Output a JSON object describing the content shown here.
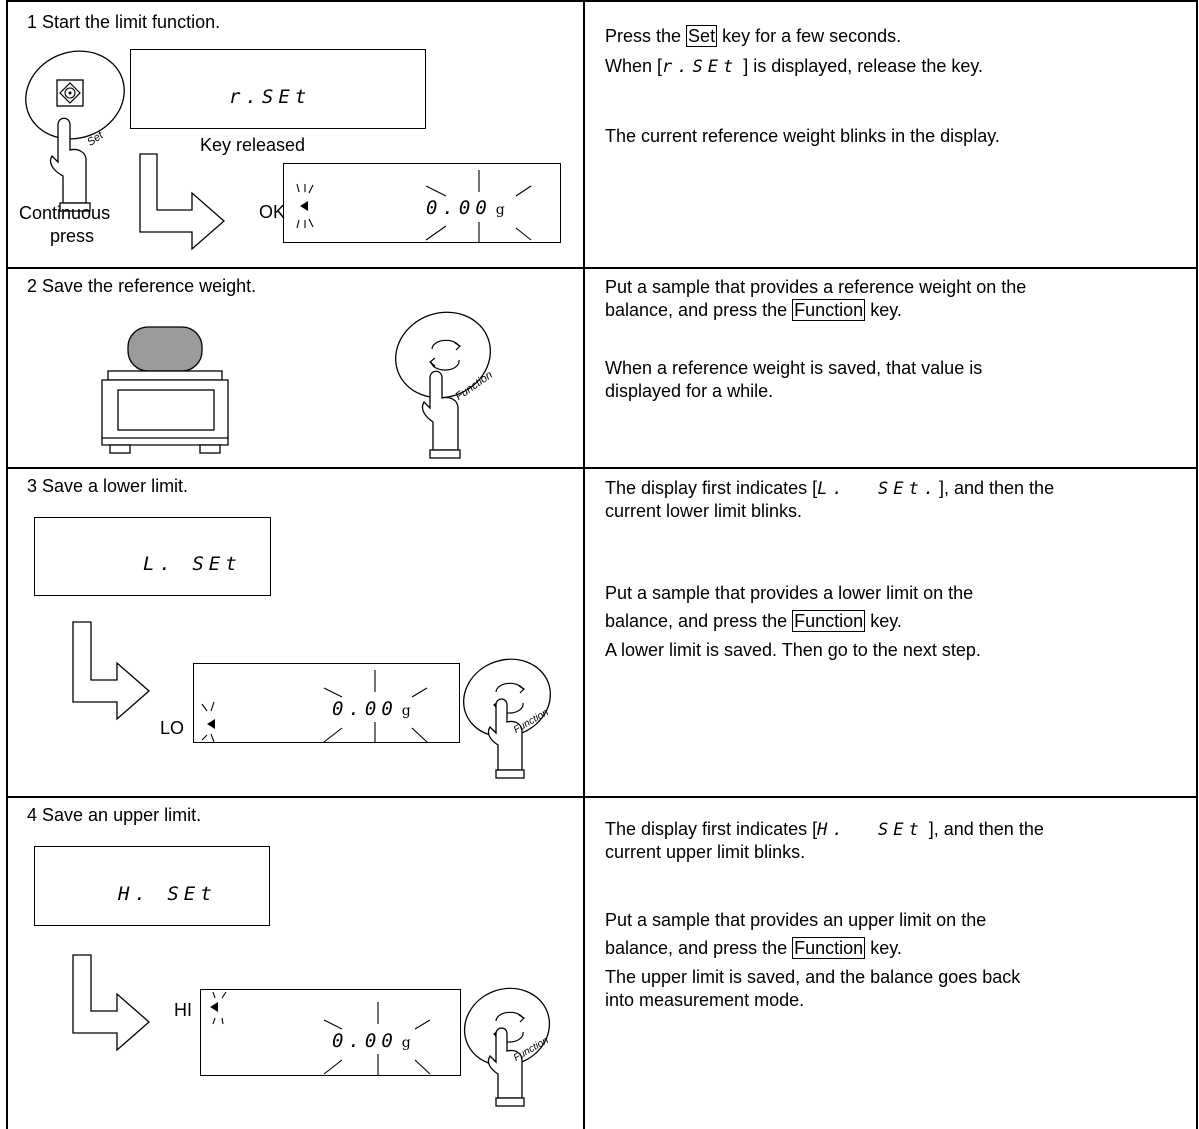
{
  "steps": [
    {
      "title": "1  Start the limit function.",
      "display_text": "r.SEt",
      "key_label": "Set",
      "caption_released": "Key released",
      "caption_continuous": [
        "Continuous",
        "press"
      ],
      "ok_label": "OK",
      "readout": "0.00",
      "unit": "g",
      "right": {
        "line1_prefix": "Press the ",
        "line1_key": "Set",
        "line1_suffix": " key for a few seconds.",
        "line2_prefix": "When [",
        "line2_code": "r.SEt",
        "line2_suffix": " ] is displayed, release the key.",
        "line3": "The current reference weight blinks in the display."
      }
    },
    {
      "title": "2  Save the reference weight.",
      "key_label": "Function",
      "right": {
        "line1": "Put a sample that provides a reference weight on the",
        "line2_prefix": "balance, and press the ",
        "line2_key": "Function",
        "line2_suffix": " key.",
        "line3": "When a reference weight is saved, that value is",
        "line4": "displayed for a while."
      }
    },
    {
      "title": "3  Save a lower limit.",
      "display_text": "L. SEt",
      "indicator_label": "LO",
      "readout": "0.00",
      "unit": "g",
      "key_label": "Function",
      "right": {
        "line1_prefix": "The display first indicates [",
        "line1_code": "L.  SEt.",
        "line1_suffix": "], and then the",
        "line2": "current lower limit blinks.",
        "line3": "Put a sample that provides a lower limit on the",
        "line4_prefix": "balance, and press the ",
        "line4_key": "Function",
        "line4_suffix": " key.",
        "line5": "A lower limit is saved. Then go to the next step."
      }
    },
    {
      "title": "4  Save an upper limit.",
      "display_text": "H. SEt",
      "indicator_label": "HI",
      "readout": "0.00",
      "unit": "g",
      "key_label": "Function",
      "right": {
        "line1_prefix": "The display first indicates [",
        "line1_code": "H.  SEt",
        "line1_suffix": " ], and then the",
        "line2": "current upper limit blinks.",
        "line3": "Put a sample that provides an upper limit on the",
        "line4_prefix": "balance, and press the ",
        "line4_key": "Function",
        "line4_suffix": " key.",
        "line5": "The upper limit is saved, and the balance goes back",
        "line6": "into measurement mode."
      }
    }
  ]
}
